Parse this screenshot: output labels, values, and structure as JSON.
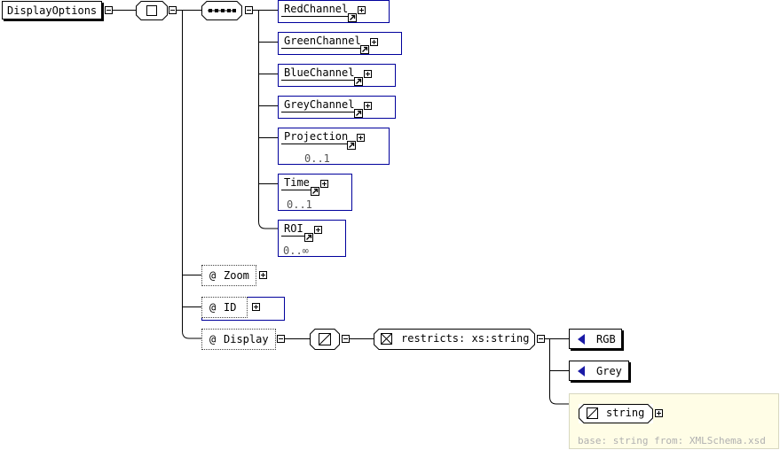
{
  "root": {
    "label": "DisplayOptions"
  },
  "sequence_children": [
    {
      "label": "RedChannel",
      "occurs": ""
    },
    {
      "label": "GreenChannel",
      "occurs": ""
    },
    {
      "label": "BlueChannel",
      "occurs": ""
    },
    {
      "label": "GreyChannel",
      "occurs": ""
    },
    {
      "label": "Projection",
      "occurs": "0..1"
    },
    {
      "label": "Time",
      "occurs": "0..1"
    },
    {
      "label": "ROI",
      "occurs": "0..∞"
    }
  ],
  "attributes": [
    {
      "at": "@",
      "label": "Zoom"
    },
    {
      "at": "@",
      "label": "ID"
    },
    {
      "at": "@",
      "label": "Display"
    }
  ],
  "restriction": {
    "label": "restricts: xs:string"
  },
  "enumerations": [
    "RGB",
    "Grey"
  ],
  "base_type": {
    "label": "string",
    "note": "base: string from: XMLSchema.xsd"
  },
  "colors": {
    "border_blue": "#00009c",
    "note_bg": "#fffde6",
    "enum_marker": "#1a1aa6"
  }
}
